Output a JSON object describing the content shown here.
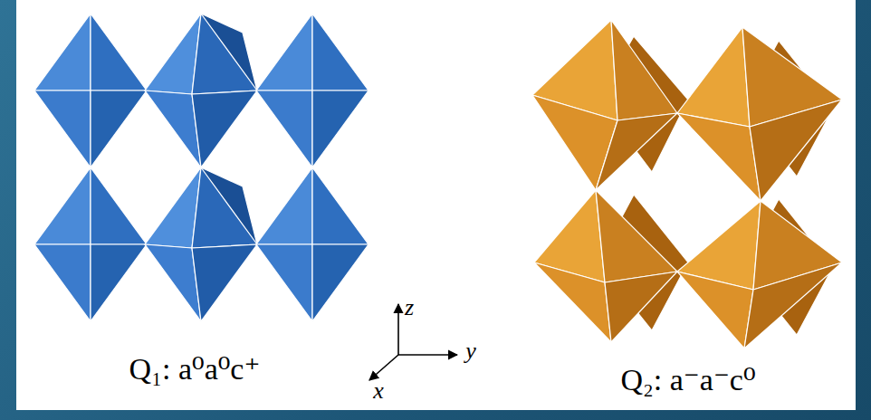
{
  "diagram": {
    "labels": [
      "Q₁: a⁰a⁰c⁺",
      "z",
      "y",
      "x",
      "Q₂: a⁻a⁻c⁰"
    ]
  }
}
